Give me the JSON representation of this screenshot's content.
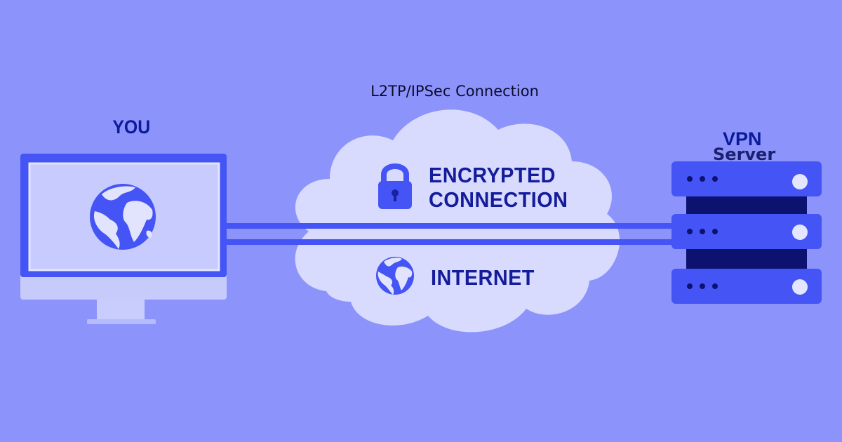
{
  "diagram": {
    "title": "L2TP/IPSec Connection",
    "client_label": "YOU",
    "server_label_line1": "VPN",
    "server_label_line2": "Server",
    "tunnel_label_line1": "ENCRYPTED",
    "tunnel_label_line2": "CONNECTION",
    "internet_label": "INTERNET"
  },
  "icons": {
    "monitor": "computer-monitor-icon",
    "globe": "globe-icon",
    "lock": "padlock-icon",
    "server": "server-rack-icon",
    "cloud": "cloud-icon"
  },
  "colors": {
    "background": "#8c94fc",
    "accent": "#4554f4",
    "dark_label": "#0c1a9a",
    "cloud": "#d8dbfd",
    "server_core": "#0d1270"
  }
}
